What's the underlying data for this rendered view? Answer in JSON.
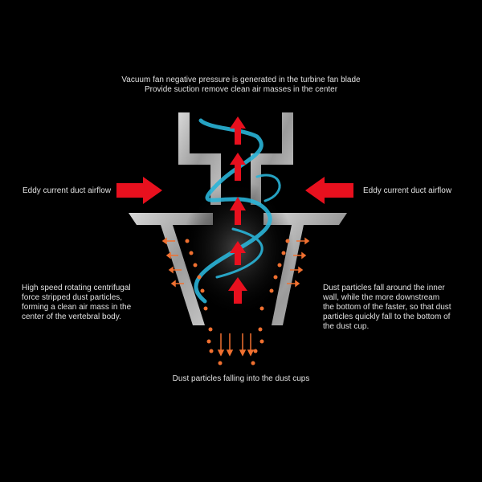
{
  "top_caption": {
    "line1": "Vacuum fan negative pressure is generated in the turbine fan blade",
    "line2": "Provide suction remove clean air masses in the center"
  },
  "left_airflow_label": "Eddy current duct airflow",
  "right_airflow_label": "Eddy current duct airflow",
  "left_description": "High speed rotating centrifugal force stripped dust particles, forming a clean air mass in the center of the vertebral body.",
  "right_description": "Dust particles fall around the inner wall, while the more downstream the bottom of the faster, so that dust particles quickly fall to the bottom of the dust cup.",
  "bottom_caption": "Dust particles falling into the dust cups",
  "colors": {
    "background": "#000000",
    "wall": "#b8b8b8",
    "airflow_arrow": "#e8101e",
    "vortex": "#2ab4d8",
    "dust": "#f07030"
  }
}
